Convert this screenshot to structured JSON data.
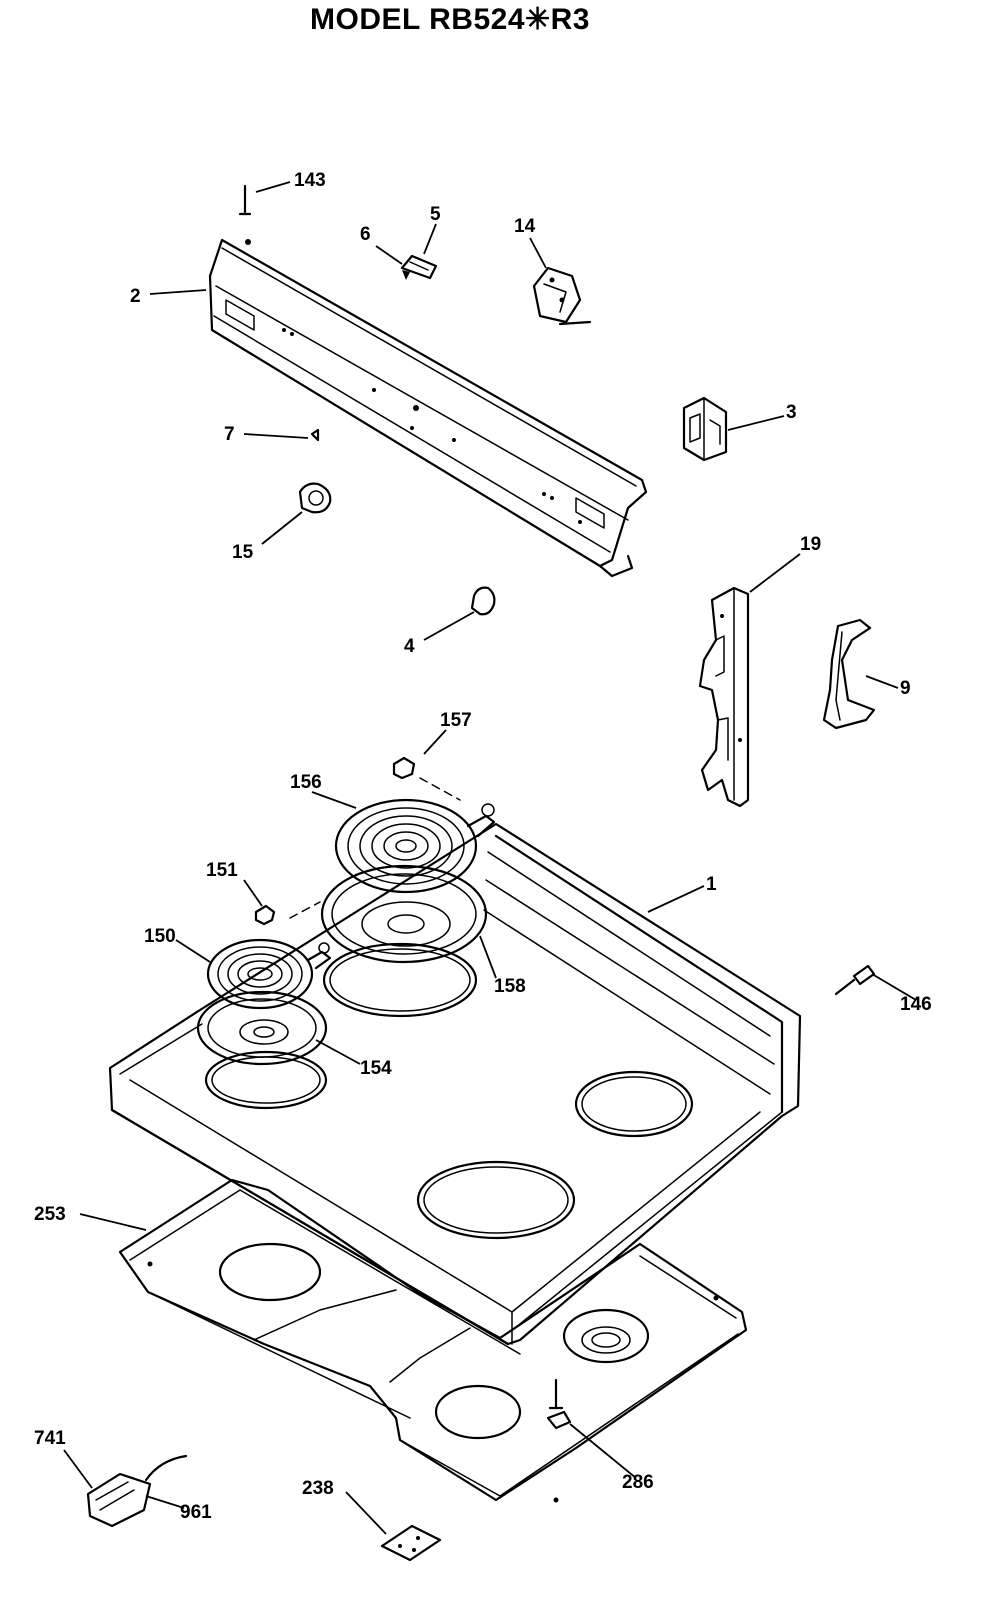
{
  "title": "MODEL RB524✳R3",
  "callouts": [
    {
      "id": "143",
      "text": "143"
    },
    {
      "id": "2",
      "text": "2"
    },
    {
      "id": "6",
      "text": "6"
    },
    {
      "id": "5",
      "text": "5"
    },
    {
      "id": "14",
      "text": "14"
    },
    {
      "id": "3",
      "text": "3"
    },
    {
      "id": "7",
      "text": "7"
    },
    {
      "id": "15",
      "text": "15"
    },
    {
      "id": "19",
      "text": "19"
    },
    {
      "id": "4",
      "text": "4"
    },
    {
      "id": "9",
      "text": "9"
    },
    {
      "id": "157",
      "text": "157"
    },
    {
      "id": "156",
      "text": "156"
    },
    {
      "id": "1",
      "text": "1"
    },
    {
      "id": "151",
      "text": "151"
    },
    {
      "id": "150",
      "text": "150"
    },
    {
      "id": "158",
      "text": "158"
    },
    {
      "id": "146",
      "text": "146"
    },
    {
      "id": "154",
      "text": "154"
    },
    {
      "id": "253",
      "text": "253"
    },
    {
      "id": "741",
      "text": "741"
    },
    {
      "id": "286",
      "text": "286"
    },
    {
      "id": "961",
      "text": "961"
    },
    {
      "id": "238",
      "text": "238"
    }
  ]
}
